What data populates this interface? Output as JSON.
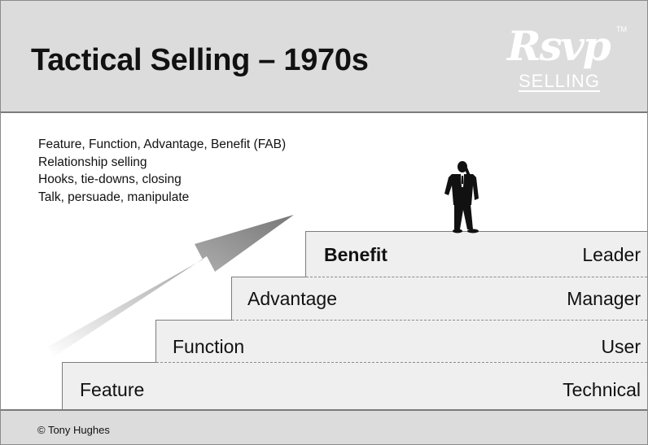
{
  "header": {
    "title": "Tactical Selling – 1970s",
    "logo_script": "Rsvp",
    "logo_word": "SELLING",
    "logo_tm": "TM"
  },
  "bullets": [
    "Feature, Function, Advantage, Benefit (FAB)",
    "Relationship selling",
    "Hooks, tie-downs, closing",
    "Talk, persuade, manipulate"
  ],
  "steps": [
    {
      "label": "Feature",
      "role": "Technical"
    },
    {
      "label": "Function",
      "role": "User"
    },
    {
      "label": "Advantage",
      "role": "Manager"
    },
    {
      "label": "Benefit",
      "role": "Leader"
    }
  ],
  "footer": {
    "copyright": "© Tony Hughes"
  },
  "colors": {
    "header_bg": "#dcdcdc",
    "step_bg": "#efefef",
    "border": "#7a7a7a",
    "arrow": "#8a8a8a"
  },
  "icons": [
    "businessman-figure-icon",
    "rising-arrow-icon"
  ]
}
